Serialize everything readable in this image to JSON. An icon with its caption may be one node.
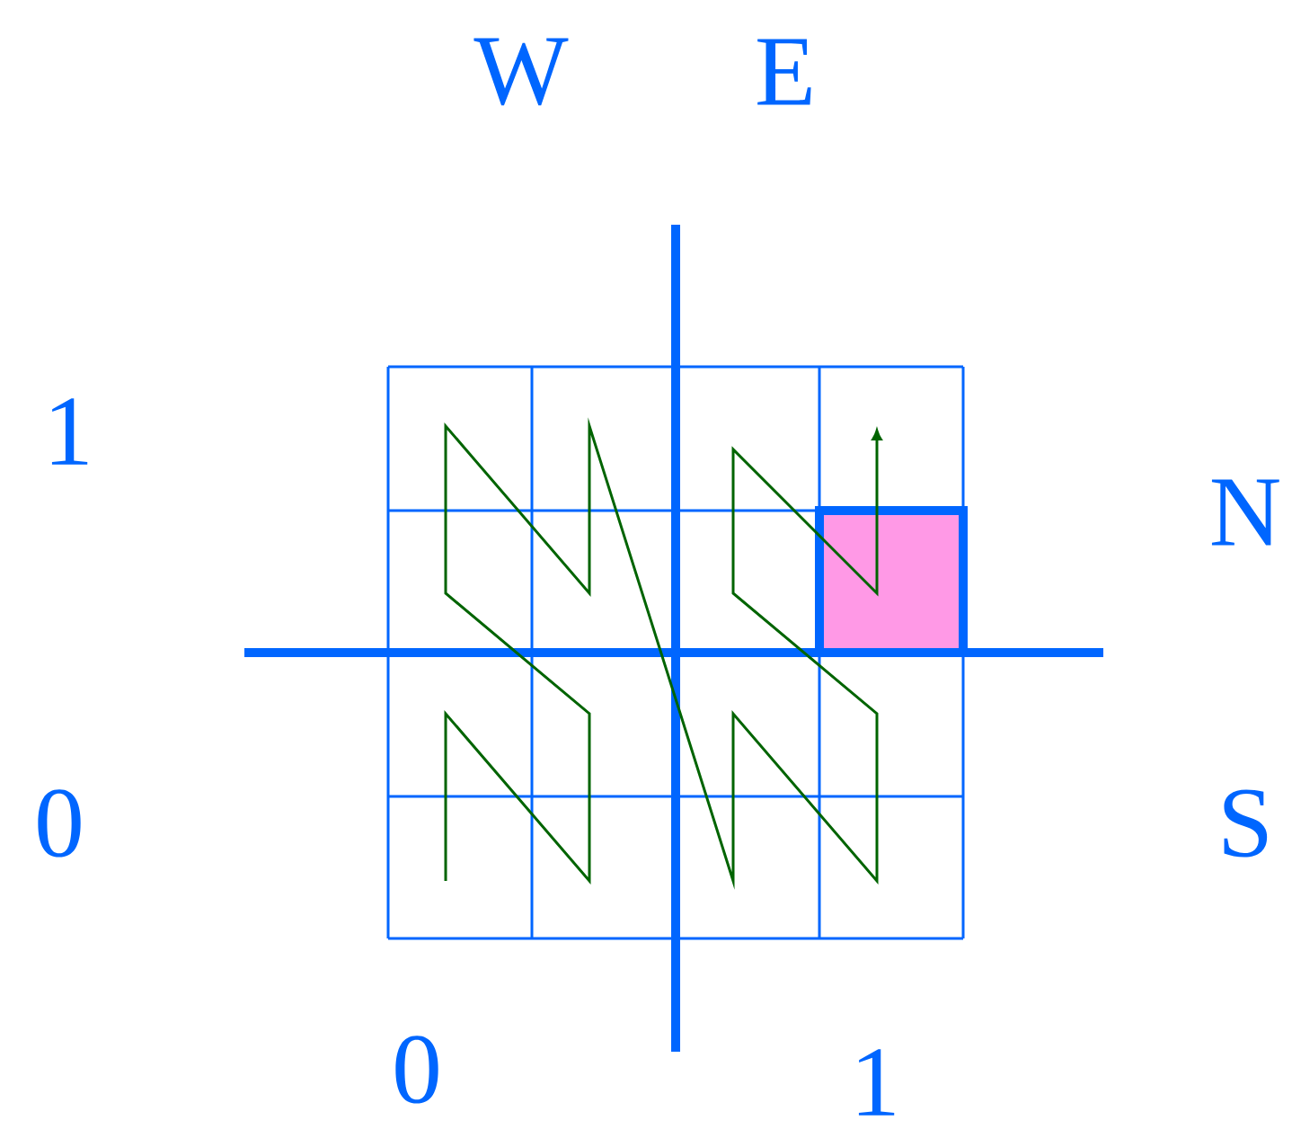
{
  "diagram": {
    "labels": [
      "W",
      "E",
      "1",
      "N",
      "0",
      "S",
      "0",
      "1"
    ]
  }
}
